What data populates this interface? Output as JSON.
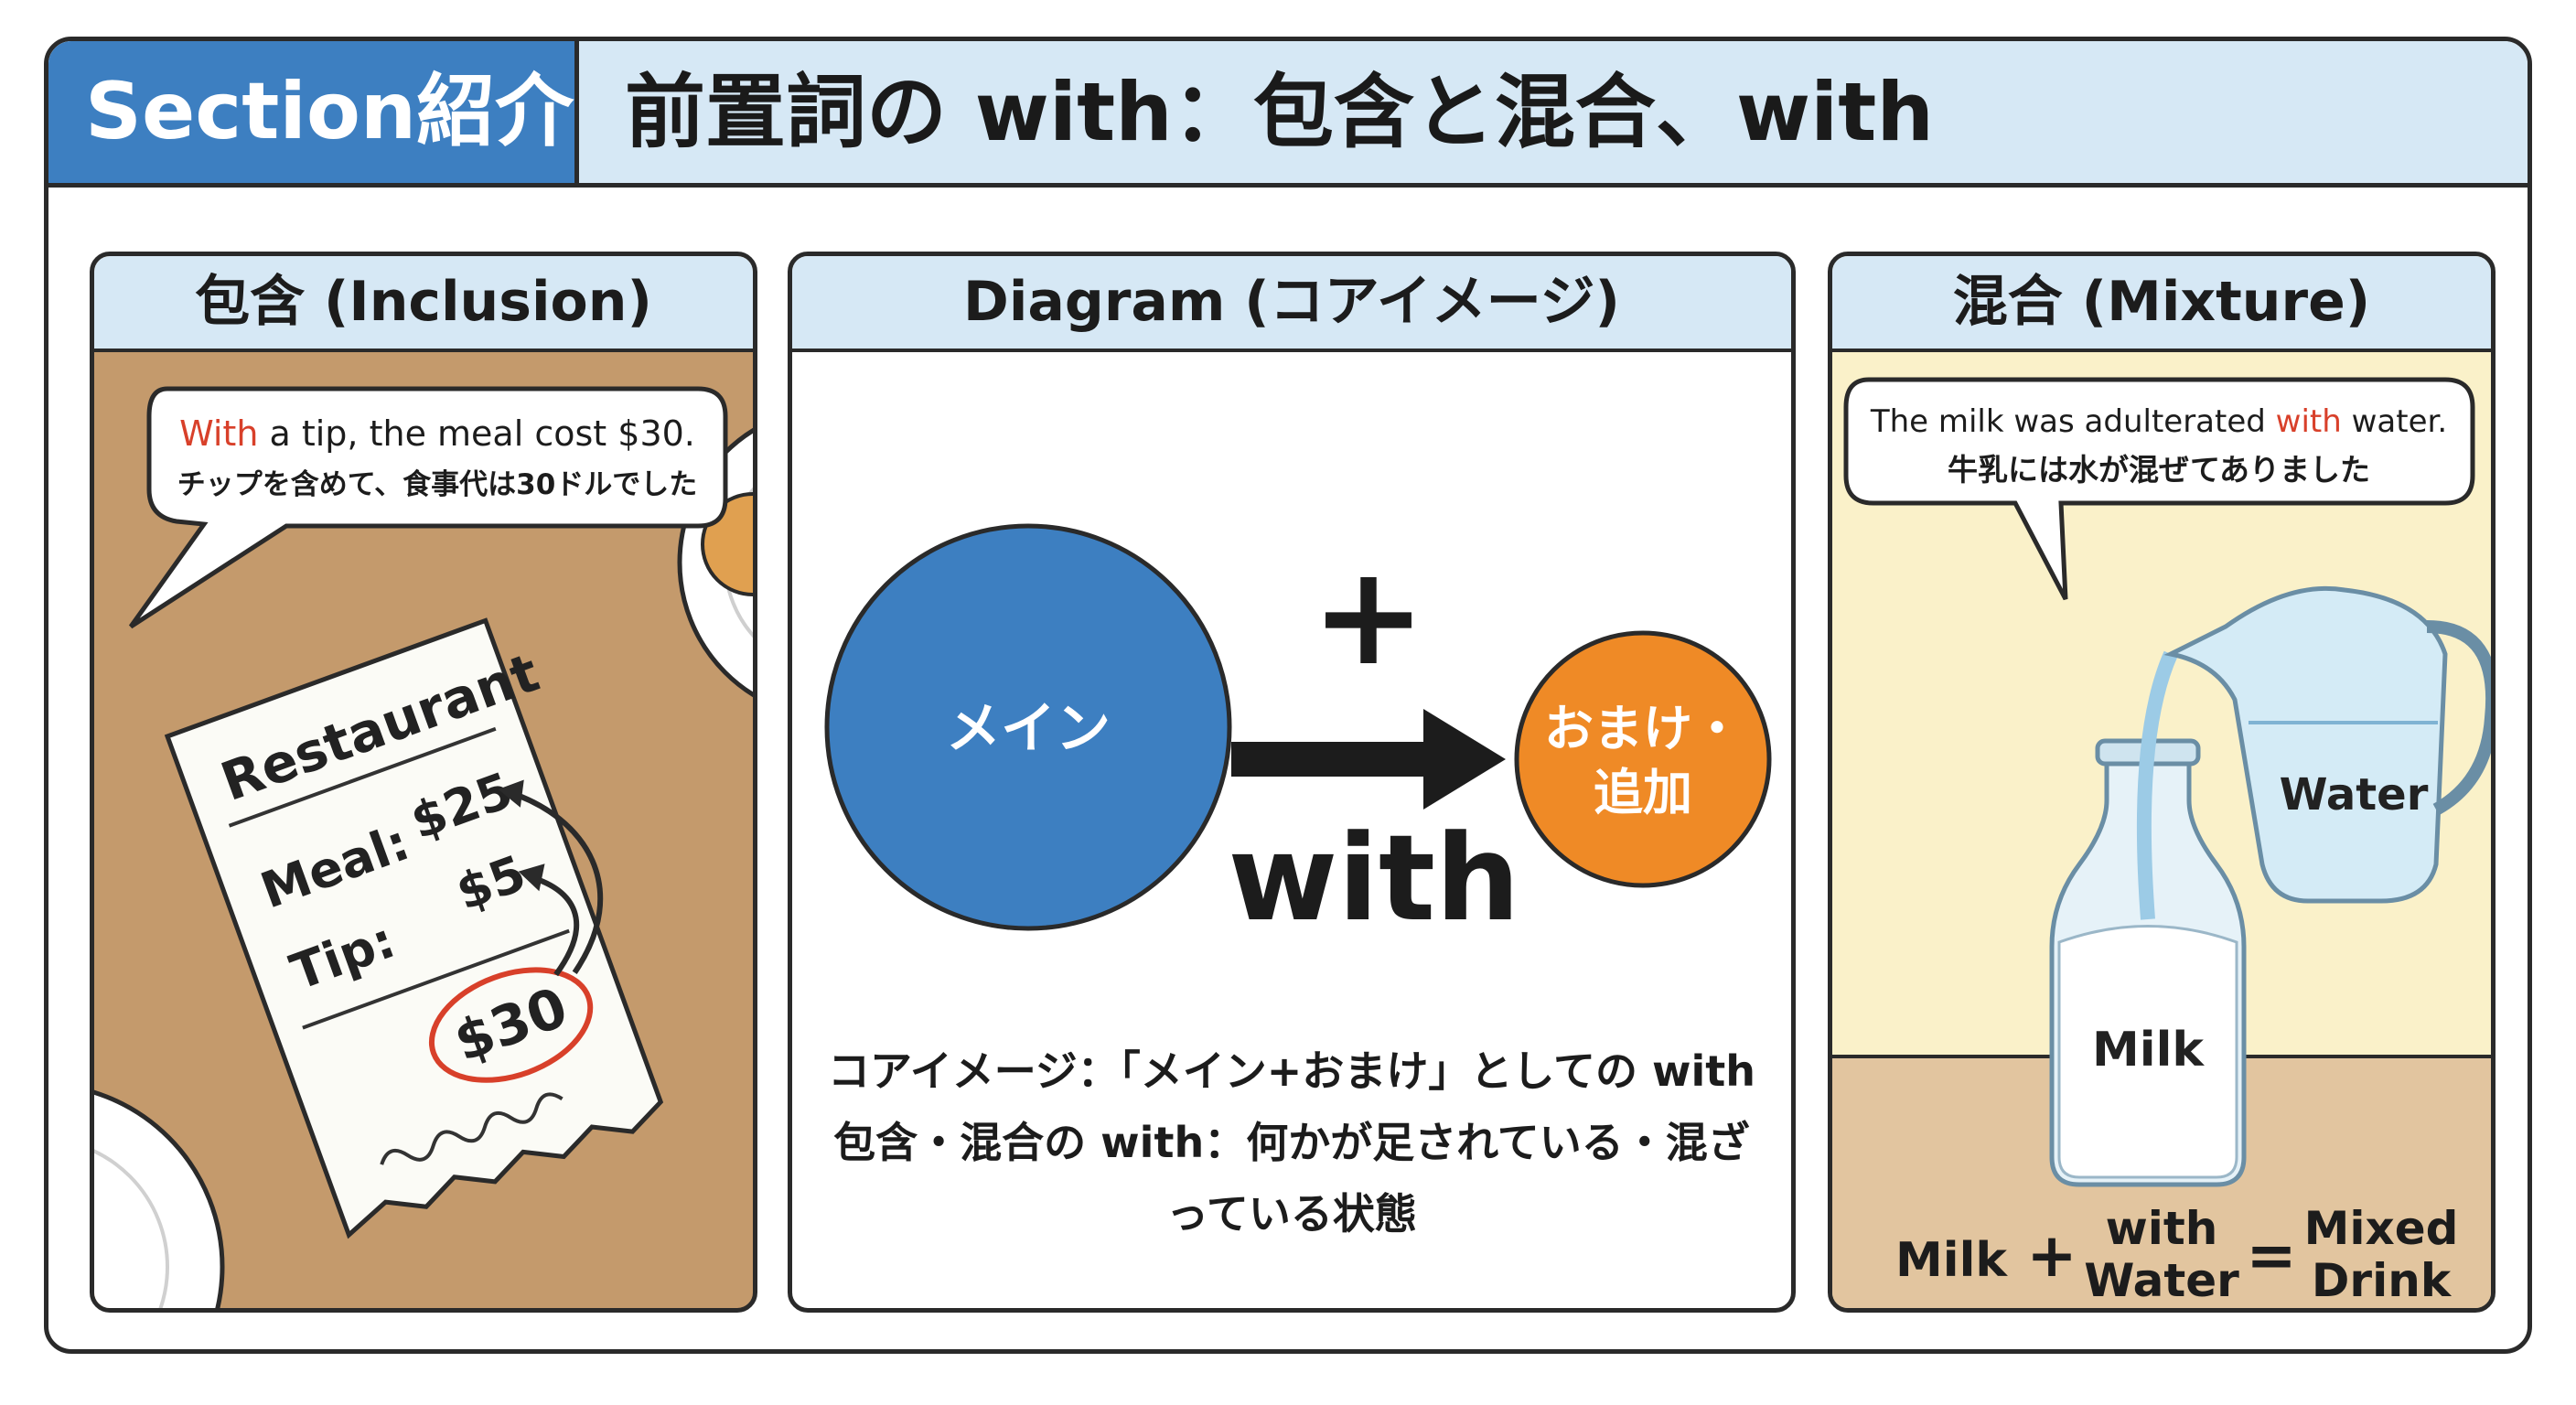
{
  "header": {
    "section_label": "Section紹介",
    "title": "前置詞の with：包含と混合、with"
  },
  "inclusion": {
    "heading": "包含 (Inclusion)",
    "bubble_en_highlight": "With",
    "bubble_en_rest": " a tip, the meal cost $30.",
    "bubble_ja": "チップを含めて、食事代は30ドルでした",
    "receipt": {
      "title": "Restaurant",
      "meal_label": "Meal:",
      "meal_value": "$25",
      "tip_label": "Tip:",
      "tip_value": "$5",
      "total_value": "$30"
    }
  },
  "diagram": {
    "heading": "Diagram (コアイメージ)",
    "main_label": "メイン",
    "plus_symbol": "+",
    "with_label": "with",
    "extra_label_line1": "おまけ・",
    "extra_label_line2": "追加",
    "caption_line1": "コアイメージ：「メイン+おまけ」としての with",
    "caption_line2": "包含・混合の with：何かが足されている・混ざ",
    "caption_line3": "っている状態"
  },
  "mixture": {
    "heading": "混合 (Mixture)",
    "bubble_en_before": "The milk was adulterated ",
    "bubble_en_highlight": "with",
    "bubble_en_after": " water.",
    "bubble_ja": "牛乳には水が混ぜてありました",
    "pitcher_label": "Water",
    "bottle_label": "Milk",
    "equation": {
      "term1": "Milk",
      "plus": "+",
      "term2_line1": "with",
      "term2_line2": "Water",
      "equals": "=",
      "result_line1": "Mixed",
      "result_line2": "Drink"
    }
  },
  "colors": {
    "header_blue": "#3d7fc1",
    "header_light": "#d6e8f5",
    "highlight_red": "#d8402a",
    "main_circle": "#3d7fc1",
    "extra_circle": "#ef8a26",
    "table_brown": "#c49a6c",
    "mixture_bg": "#faf1c9",
    "floor_tan": "#e2c59f"
  }
}
